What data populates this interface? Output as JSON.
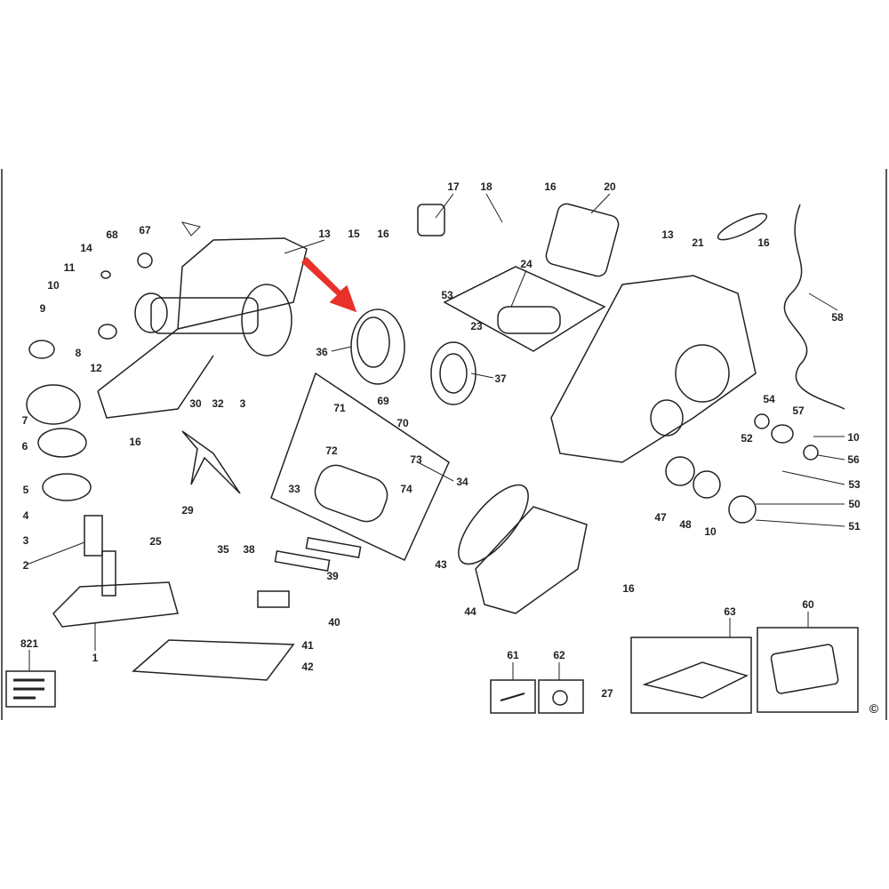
{
  "diagram": {
    "type": "exploded parts diagram",
    "highlight_arrow_color": "#e8312a",
    "callouts": [
      "17",
      "18",
      "16",
      "20",
      "13",
      "15",
      "16",
      "14",
      "68",
      "67",
      "11",
      "10",
      "9",
      "8",
      "12",
      "7",
      "6",
      "5",
      "4",
      "3",
      "2",
      "16",
      "25",
      "30",
      "32",
      "3",
      "29",
      "53",
      "24",
      "23",
      "36",
      "37",
      "69",
      "71",
      "70",
      "72",
      "73",
      "33",
      "74",
      "34",
      "21",
      "16",
      "13",
      "58",
      "54",
      "57",
      "10",
      "52",
      "56",
      "53",
      "47",
      "48",
      "10",
      "50",
      "51",
      "43",
      "16",
      "44",
      "35",
      "38",
      "39",
      "40",
      "41",
      "42",
      "821",
      "1",
      "61",
      "62",
      "27",
      "63",
      "60",
      "©"
    ]
  }
}
